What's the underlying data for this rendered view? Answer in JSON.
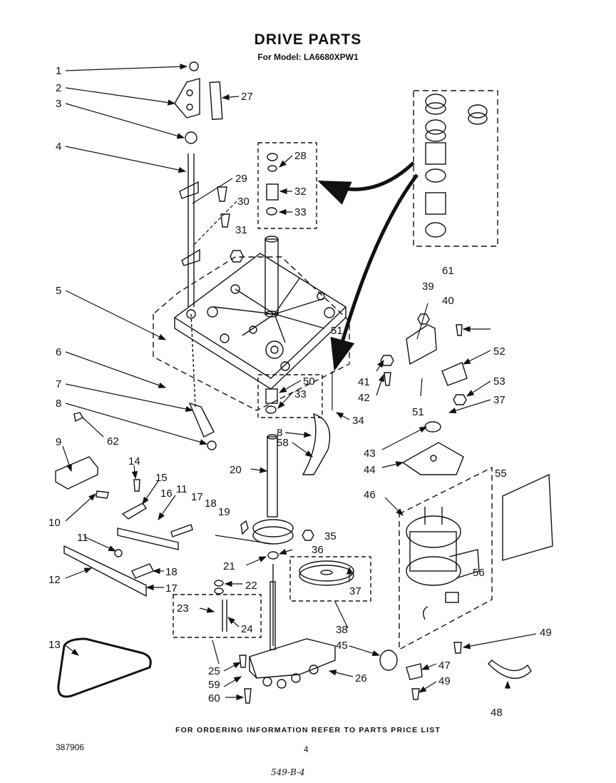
{
  "header": {
    "title": "DRIVE PARTS",
    "model_line": "For Model: LA6680XPW1"
  },
  "footer": {
    "ordering_note": "FOR ORDERING INFORMATION REFER TO PARTS PRICE LIST",
    "document_number": "387906",
    "page_number": "4",
    "handwritten_note": "549-B-4"
  },
  "callouts": [
    "1",
    "2",
    "3",
    "27",
    "4",
    "28",
    "29",
    "32",
    "30",
    "33",
    "31",
    "61",
    "5",
    "39",
    "40",
    "51",
    "52",
    "6",
    "50",
    "41",
    "53",
    "33",
    "42",
    "37",
    "34",
    "7",
    "51",
    "8",
    "62",
    "8",
    "58",
    "43",
    "9",
    "44",
    "55",
    "20",
    "14",
    "46",
    "15",
    "16",
    "11",
    "17",
    "18",
    "19",
    "35",
    "10",
    "36",
    "11",
    "21",
    "22",
    "56",
    "18",
    "12",
    "17",
    "37",
    "23",
    "24",
    "38",
    "49",
    "13",
    "45",
    "47",
    "25",
    "26",
    "59",
    "49",
    "60",
    "48"
  ]
}
